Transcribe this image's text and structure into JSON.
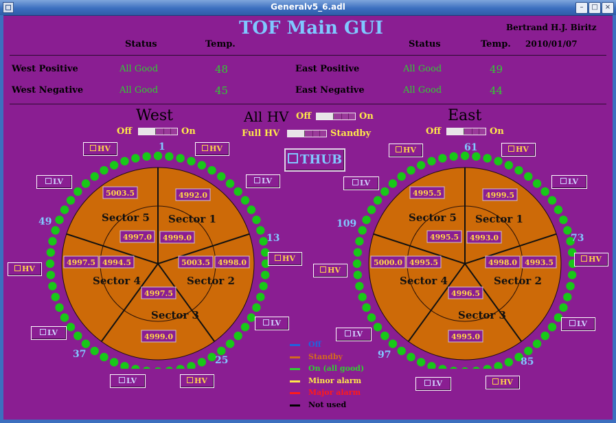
{
  "window": {
    "title": "Generalv5_6.adl",
    "min_label": "–",
    "max_label": "□",
    "close_label": "×"
  },
  "header": {
    "title": "TOF Main GUI",
    "author": "Bertrand H.J. Biritz",
    "date": "2010/01/07",
    "status_label": "Status",
    "temp_label": "Temp."
  },
  "summary": {
    "west_positive": {
      "label": "West Positive",
      "status": "All Good",
      "temp": "48"
    },
    "west_negative": {
      "label": "West Negative",
      "status": "All Good",
      "temp": "45"
    },
    "east_positive": {
      "label": "East Positive",
      "status": "All Good",
      "temp": "49"
    },
    "east_negative": {
      "label": "East Negative",
      "status": "All Good",
      "temp": "44"
    }
  },
  "controls": {
    "all_hv": "All HV",
    "full_hv": "Full HV",
    "standby": "Standby",
    "off": "Off",
    "on": "On",
    "thub": "THUB",
    "hv": "HV",
    "lv": "LV"
  },
  "colors": {
    "background": "#8a1e92",
    "sector_fill": "#cd6a08",
    "indicator_on": "#18c818",
    "value_box": "#8a1e92",
    "cyan_text": "#82c8ff"
  },
  "west": {
    "title": "West",
    "ring_numbers": [
      "1",
      "13",
      "25",
      "37",
      "49"
    ],
    "dot_state": "on",
    "sectors": [
      {
        "name": "Sector 1",
        "outer": "4992.0",
        "inner": "4999.0"
      },
      {
        "name": "Sector 2",
        "outer": "4998.0",
        "inner": "5003.5"
      },
      {
        "name": "Sector 3",
        "outer": "4999.0",
        "inner": "4997.5"
      },
      {
        "name": "Sector 4",
        "outer": "4997.5",
        "inner": "4994.5"
      },
      {
        "name": "Sector 5",
        "outer": "5003.5",
        "inner": "4997.0"
      }
    ]
  },
  "east": {
    "title": "East",
    "ring_numbers": [
      "61",
      "73",
      "85",
      "97",
      "109"
    ],
    "dot_state": "on",
    "sectors": [
      {
        "name": "Sector 1",
        "outer": "4999.5",
        "inner": "4993.0"
      },
      {
        "name": "Sector 2",
        "outer": "4993.5",
        "inner": "4998.0"
      },
      {
        "name": "Sector 3",
        "outer": "4995.0",
        "inner": "4996.5"
      },
      {
        "name": "Sector 4",
        "outer": "5000.0",
        "inner": "4995.5"
      },
      {
        "name": "Sector 5",
        "outer": "4995.5",
        "inner": "4995.5"
      }
    ]
  },
  "legend": [
    {
      "label": "Off",
      "color": "#1f63e0"
    },
    {
      "label": "Standby",
      "color": "#d2691e"
    },
    {
      "label": "On (all good)",
      "color": "#32cd32"
    },
    {
      "label": "Minor alarm",
      "color": "#ffe84a"
    },
    {
      "label": "Major alarm",
      "color": "#ff1a1a"
    },
    {
      "label": "Not used",
      "color": "#000000"
    }
  ]
}
